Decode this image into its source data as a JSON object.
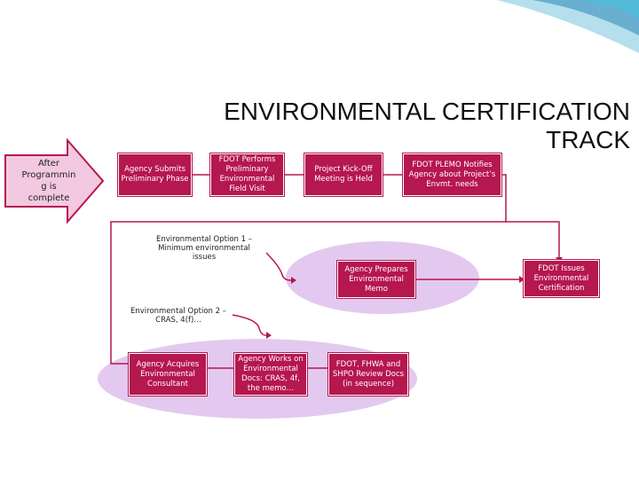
{
  "title": {
    "line1": "ENVIRONMENTAL CERTIFICATION",
    "line2": "TRACK"
  },
  "start_arrow": {
    "label_lines": [
      "After",
      "Programmin",
      "g  is",
      "complete"
    ]
  },
  "top_row": [
    {
      "label": "Agency Submits Preliminary Phase"
    },
    {
      "label": "FDOT Performs Preliminary Environmental Field Visit"
    },
    {
      "label": "Project Kick-Off Meeting is Held"
    },
    {
      "label": "FDOT PLEMO Notifies Agency about Project’s Envmt. needs"
    }
  ],
  "option1": {
    "label": "Environmental Option 1 – Minimum environmental issues"
  },
  "memo_box": {
    "label": "Agency Prepares Environmental Memo"
  },
  "certification_box": {
    "label": "FDOT Issues Environmental Certification"
  },
  "option2": {
    "label": "Environmental Option 2 – CRAS, 4(f)…"
  },
  "bottom_row": [
    {
      "label": "Agency Acquires Environmental Consultant"
    },
    {
      "label": "Agency Works on Environmental Docs: CRAS, 4f, the memo…"
    },
    {
      "label": "FDOT, FHWA and SHPO Review Docs (in sequence)"
    }
  ],
  "colors": {
    "box": "#b5174f",
    "ellipse": "#e3c9ef",
    "arrow_fill": "#f2c9e0",
    "connector": "#b5174f"
  }
}
